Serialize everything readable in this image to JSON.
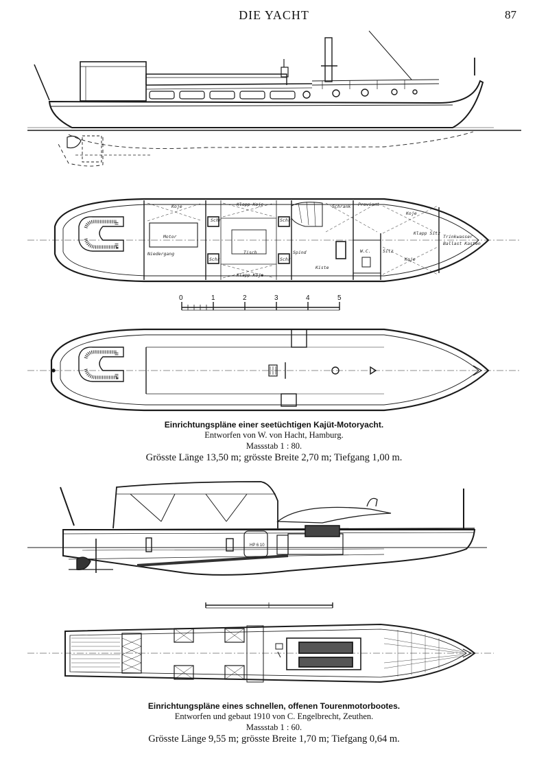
{
  "header": {
    "title": "DIE YACHT",
    "page_number": "87"
  },
  "figure1": {
    "plan_labels": {
      "koje": "Koje",
      "klapp_koje_top": "Klapp Koje",
      "schr_1": "Schr",
      "schr_2": "Schr",
      "schrank": "Schrank",
      "proviant": "Proviant",
      "kojen": "Koje",
      "klapp_sitz": "Klapp Sitz",
      "motor": "Motor",
      "niedergang": "Niedergang",
      "tisch": "Tisch",
      "spind": "Spind",
      "wc": "W.C.",
      "sitz": "Sitz",
      "schr_3": "Schr",
      "schr_4": "Schr",
      "klapp_koje_bottom": "Klapp Koje",
      "kiste": "Kiste",
      "koje_2": "Koje",
      "trinkwasser": "Trinkwasser",
      "ballast": "Ballast Kasten"
    },
    "scale_bar": {
      "ticks": [
        "0",
        "1",
        "2",
        "3",
        "4",
        "5"
      ]
    },
    "caption": {
      "title": "Einrichtungspläne einer seetüchtigen Kajüt-Motoryacht.",
      "designer": "Entworfen von W. von Hacht, Hamburg.",
      "scale": "Massstab 1 : 80.",
      "dimensions": "Grösste Länge 13,50 m; grösste Breite 2,70 m; Tiefgang 1,00 m."
    }
  },
  "figure2": {
    "plate_label": "HP 6 10",
    "caption": {
      "title": "Einrichtungspläne eines schnellen, offenen Tourenmotorbootes.",
      "designer": "Entworfen und gebaut 1910 von C. Engelbrecht, Zeuthen.",
      "scale": "Massstab 1 : 60.",
      "dimensions": "Grösste Länge 9,55 m; grösste Breite 1,70 m; Tiefgang 0,64 m."
    }
  }
}
